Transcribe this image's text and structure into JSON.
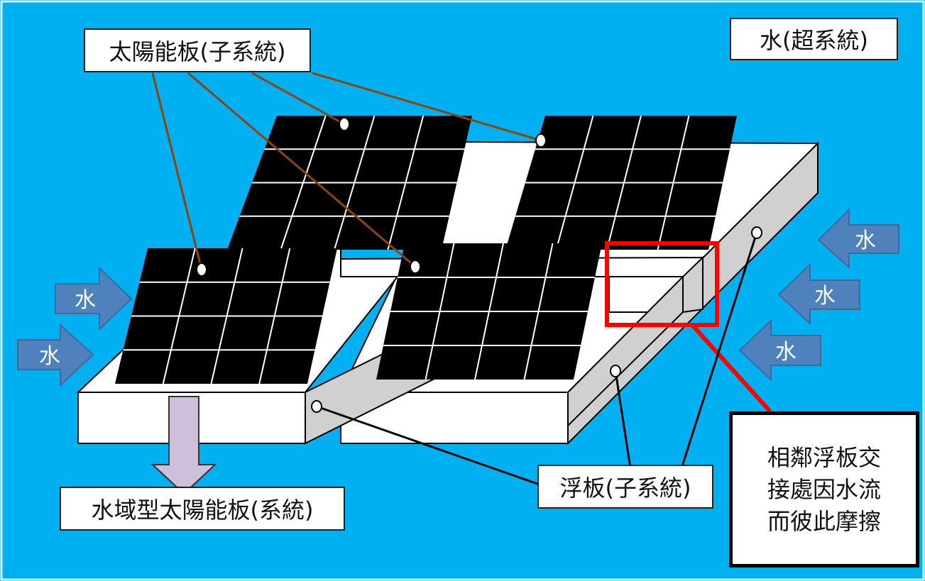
{
  "labels": {
    "solar_panel": "太陽能板(子系統)",
    "water_super": "水(超系統)",
    "float_board": "浮板(子系統)",
    "floating_solar": "水域型太陽能板(系統)",
    "friction_note": [
      "相鄰浮板交",
      "接處因水流",
      "而彼此摩擦"
    ]
  },
  "water_arrow_text": "水",
  "colors": {
    "background": "#00b0f0",
    "panel": "#000000",
    "grid": "#ffffff",
    "float_top": "#ffffff",
    "float_side": "#d0d0d0",
    "arrow": "#4f81bd",
    "highlight": "#ff0000",
    "solar_leader": "#8b4513",
    "down_arrow": "#ccc0da"
  }
}
